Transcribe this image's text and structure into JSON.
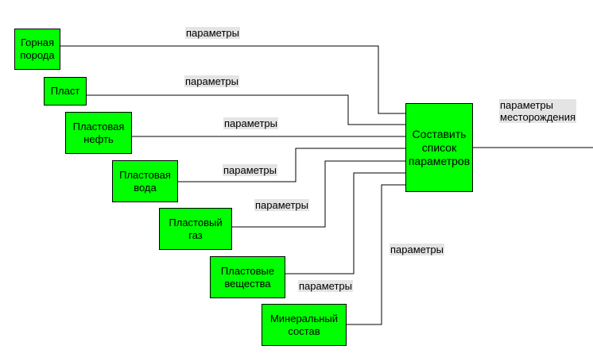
{
  "sources": [
    {
      "id": "rock",
      "label": "Горная\nпорода",
      "arrow_label": "параметры"
    },
    {
      "id": "layer",
      "label": "Пласт",
      "arrow_label": "параметры"
    },
    {
      "id": "oil",
      "label": "Пластовая\nнефть",
      "arrow_label": "параметры"
    },
    {
      "id": "water",
      "label": "Пластовая\nвода",
      "arrow_label": "параметры"
    },
    {
      "id": "gas",
      "label": "Пластовый\nгаз",
      "arrow_label": "параметры"
    },
    {
      "id": "substances",
      "label": "Пластовые\nвещества",
      "arrow_label": "параметры"
    },
    {
      "id": "mineral",
      "label": "Минеральный\nсостав",
      "arrow_label": "параметры"
    }
  ],
  "process": {
    "label": "Составить\nсписок\nпараметров"
  },
  "output": {
    "label": "параметры\nместорождения"
  },
  "colors": {
    "box_fill": "#00ff00",
    "label_bg": "#e4e4e4",
    "line": "#000000"
  }
}
